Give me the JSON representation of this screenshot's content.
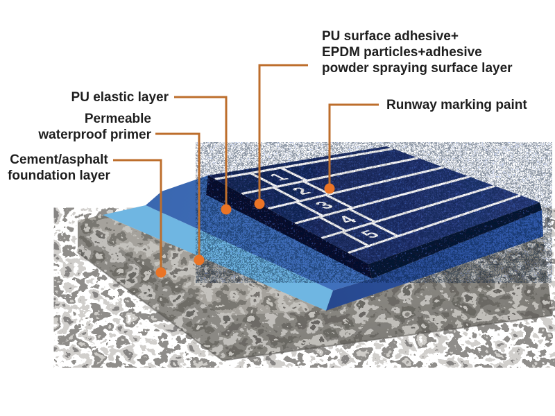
{
  "diagram_type": "running-track layer construction diagram",
  "labels": {
    "surface": {
      "text": "PU surface adhesive+\nEPDM particles+adhesive\npowder spraying surface layer"
    },
    "marking": {
      "text": "Runway marking paint"
    },
    "elastic": {
      "text": "PU elastic layer"
    },
    "primer": {
      "text": "Permeable\nwaterproof primer"
    },
    "foundation": {
      "text": "Cement/asphalt\nfoundation layer"
    }
  },
  "lane_numbers": [
    "1",
    "2",
    "3",
    "4",
    "5"
  ],
  "colors": {
    "background": "#ffffff",
    "label_text": "#1e1e1e",
    "leader_line": "#bd6e2c",
    "marker_dot": "#ea7426",
    "track_surface_dark": "#1a2757",
    "track_surface_light": "#2b3f80",
    "track_side": "#0a102b",
    "track_side_band": "#0d1431",
    "lane_marking": "#ffffff",
    "pu_elastic_1": "#3a67b0",
    "pu_elastic_2": "#4272bf",
    "pu_elastic_side": "#2c539f",
    "primer_light_blue": "#6fb6e2",
    "foundation_top": "#a5a29c",
    "foundation_face_left": "#8b8984",
    "foundation_face_right": "#989590"
  }
}
